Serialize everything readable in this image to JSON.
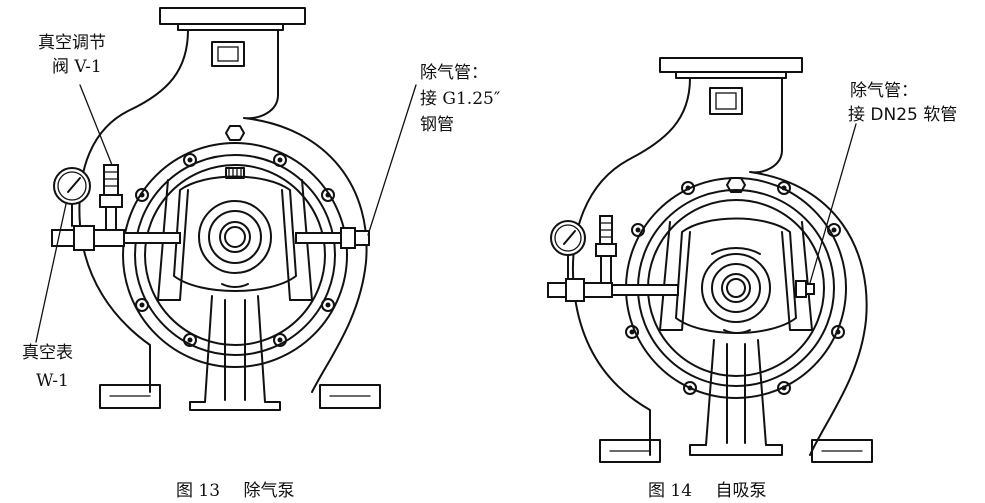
{
  "figures": [
    {
      "caption_number": "图 13",
      "caption_title": "除气泵",
      "labels": {
        "valve_line1": "真空调节",
        "valve_line2": "阀 V-1",
        "gauge_line1": "真空表",
        "gauge_line2": "W-1",
        "vent_line1": "除气管：",
        "vent_line2": "接 G1.25″",
        "vent_line3": "钢管"
      }
    },
    {
      "caption_number": "图 14",
      "caption_title": "自吸泵",
      "labels": {
        "vent_line1": "除气管：",
        "vent_line2": "接 DN25 软管"
      }
    }
  ]
}
